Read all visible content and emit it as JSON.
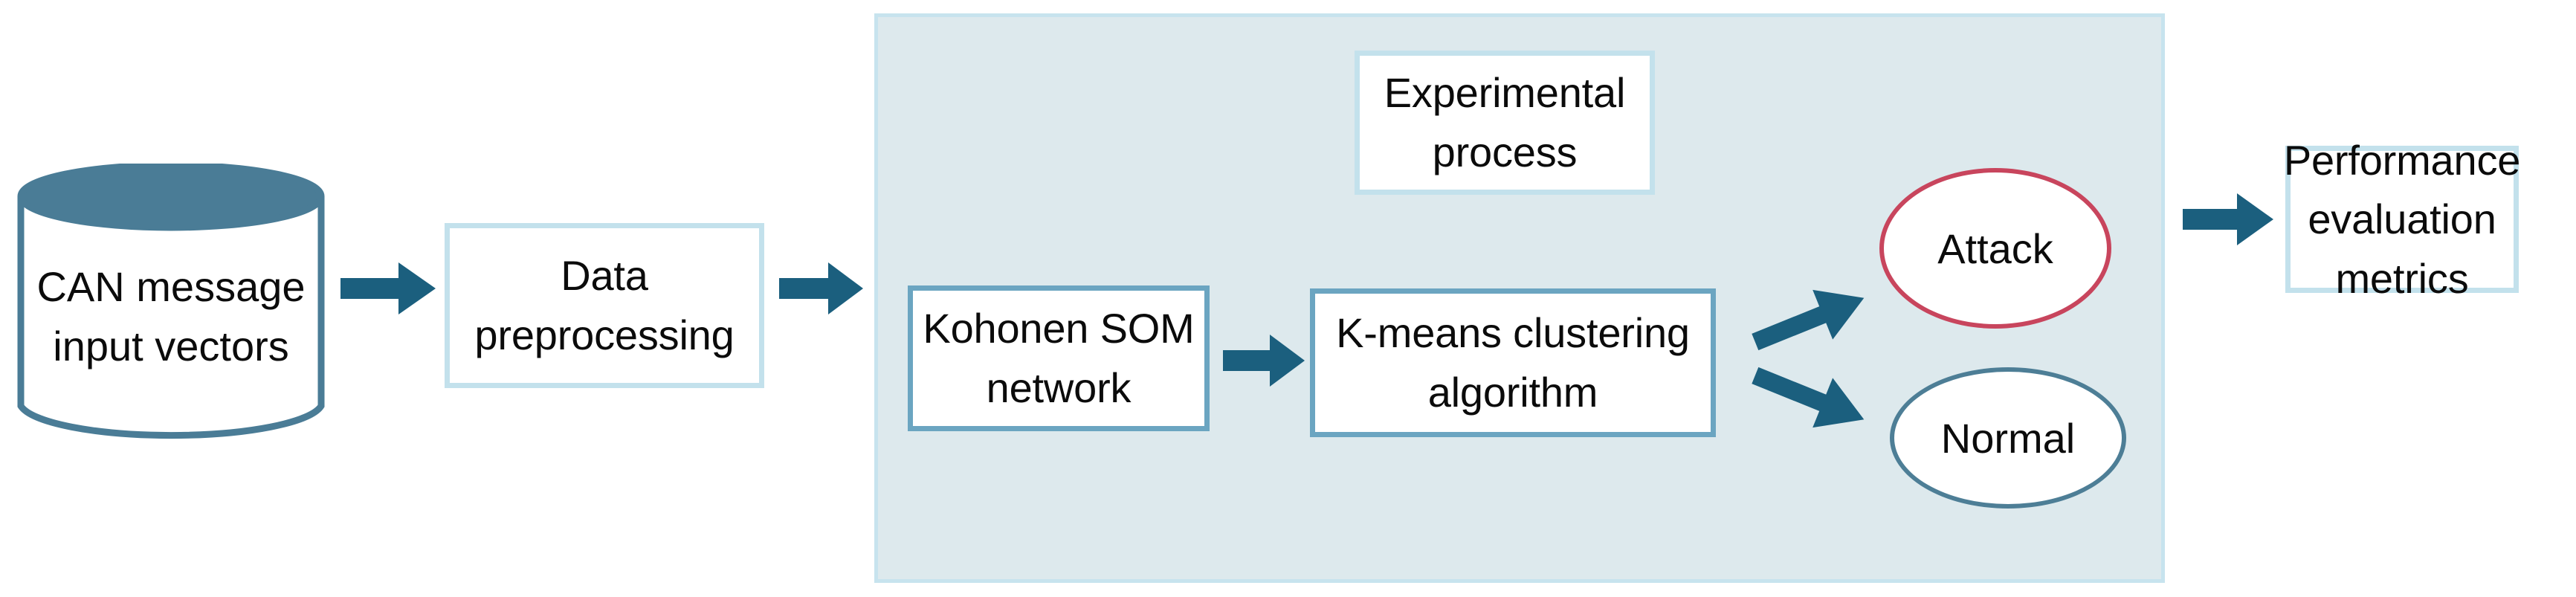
{
  "diagram": {
    "title": "CAN intrusion detection experimental flow",
    "colors": {
      "panel_fill": "#dde9ed",
      "panel_border": "#c7e3ee",
      "box_border_light": "#c3e1ec",
      "box_border_mid": "#6ba5c1",
      "arrow": "#1b5f7e",
      "cylinder_stroke": "#4a7c96",
      "cylinder_top_fill": "#4a7c96",
      "attack_border": "#c8455d",
      "normal_border": "#4d7e96",
      "text": "#0b0b0b",
      "background": "#ffffff"
    },
    "nodes": {
      "datastore": {
        "label": "CAN message\ninput vectors",
        "shape": "cylinder"
      },
      "data_preprocessing": {
        "label": "Data\npreprocessing",
        "shape": "rectangle"
      },
      "experimental_process": {
        "label": "Experimental\nprocess",
        "shape": "rectangle"
      },
      "kohonen_som": {
        "label": "Kohonen SOM\nnetwork",
        "shape": "rectangle"
      },
      "kmeans": {
        "label": "K-means clustering\nalgorithm",
        "shape": "rectangle"
      },
      "attack": {
        "label": "Attack",
        "shape": "ellipse"
      },
      "normal": {
        "label": "Normal",
        "shape": "ellipse"
      },
      "performance": {
        "label": "Performance\nevaluation\nmetrics",
        "shape": "rectangle"
      }
    },
    "edges": [
      {
        "from": "datastore",
        "to": "data_preprocessing",
        "direction": "right"
      },
      {
        "from": "data_preprocessing",
        "to": "kohonen_som",
        "direction": "right"
      },
      {
        "from": "kohonen_som",
        "to": "kmeans",
        "direction": "right"
      },
      {
        "from": "kmeans",
        "to": "attack",
        "direction": "up-right"
      },
      {
        "from": "kmeans",
        "to": "normal",
        "direction": "down-right"
      },
      {
        "from": "attack",
        "to": "performance",
        "direction": "right"
      }
    ]
  }
}
